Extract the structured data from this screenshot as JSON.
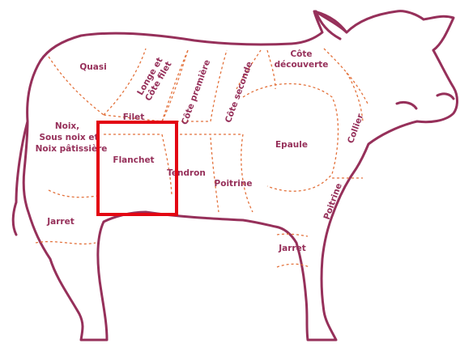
{
  "diagram": {
    "labels": {
      "quasi": "Quasi",
      "longe_1": "Longe et",
      "longe_2": "Côte filet",
      "cote_premiere": "Côte première",
      "cote_seconde": "Côte seconde",
      "cote_decouverte_1": "Côte",
      "cote_decouverte_2": "découverte",
      "filet": "Filet",
      "noix_1": "Noix,",
      "noix_2": "Sous noix et",
      "noix_3": "Noix pâtissière",
      "flanchet": "Flanchet",
      "tendron": "Tendron",
      "poitrine_main": "Poitrine",
      "epaule": "Epaule",
      "collier": "Collier",
      "poitrine_front": "Poitrine",
      "jarret_rear": "Jarret",
      "jarret_front": "Jarret"
    },
    "colors": {
      "outline": "#96305a",
      "cut_lines": "#e3723c",
      "highlight": "#e30613"
    },
    "highlight": {
      "target": "Flanchet"
    }
  }
}
